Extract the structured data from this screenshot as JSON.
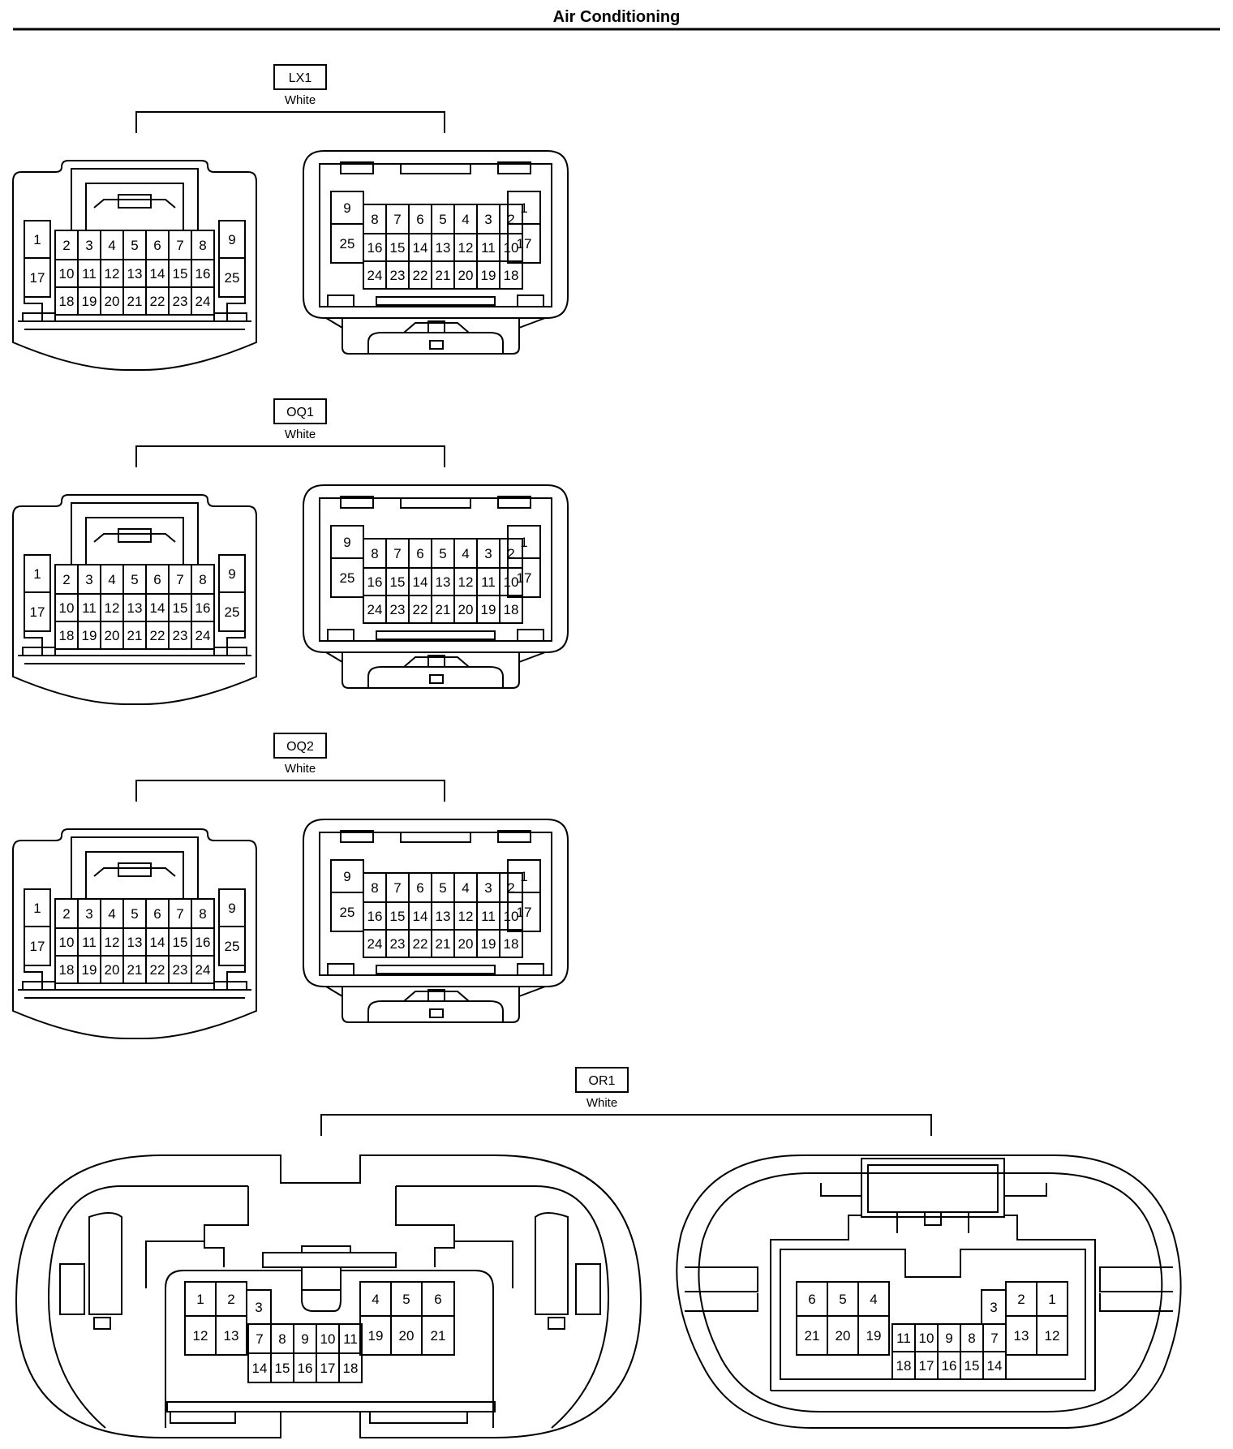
{
  "header": {
    "title": "Air Conditioning"
  },
  "connectors": [
    {
      "code": "LX1",
      "color": "White"
    },
    {
      "code": "OQ1",
      "color": "White"
    },
    {
      "code": "OQ2",
      "color": "White"
    },
    {
      "code": "OR1",
      "color": "White"
    }
  ],
  "pins25_left": {
    "l1": "1",
    "l17": "17",
    "r9": "9",
    "r25": "25",
    "top": [
      "2",
      "3",
      "4",
      "5",
      "6",
      "7",
      "8"
    ],
    "mid": [
      "10",
      "11",
      "12",
      "13",
      "14",
      "15",
      "16"
    ],
    "bot": [
      "18",
      "19",
      "20",
      "21",
      "22",
      "23",
      "24"
    ]
  },
  "pins25_right": {
    "l9": "9",
    "l25": "25",
    "r1": "1",
    "r17": "17",
    "top": [
      "8",
      "7",
      "6",
      "5",
      "4",
      "3",
      "2"
    ],
    "mid": [
      "16",
      "15",
      "14",
      "13",
      "12",
      "11",
      "10"
    ],
    "bot": [
      "24",
      "23",
      "22",
      "21",
      "20",
      "19",
      "18"
    ]
  },
  "or1_left": {
    "top_left": [
      "1",
      "2"
    ],
    "p3": "3",
    "top_right": [
      "4",
      "5",
      "6"
    ],
    "mid_left": [
      "12",
      "13"
    ],
    "mid": [
      "7",
      "8",
      "9",
      "10",
      "11"
    ],
    "mid_right": [
      "19",
      "20",
      "21"
    ],
    "bot": [
      "14",
      "15",
      "16",
      "17",
      "18"
    ]
  },
  "or1_right": {
    "top_left": [
      "6",
      "5",
      "4"
    ],
    "p3": "3",
    "top_right": [
      "2",
      "1"
    ],
    "mid_left": [
      "21",
      "20",
      "19"
    ],
    "mid": [
      "11",
      "10",
      "9",
      "8",
      "7"
    ],
    "mid_right": [
      "13",
      "12"
    ],
    "bot": [
      "18",
      "17",
      "16",
      "15",
      "14"
    ]
  }
}
